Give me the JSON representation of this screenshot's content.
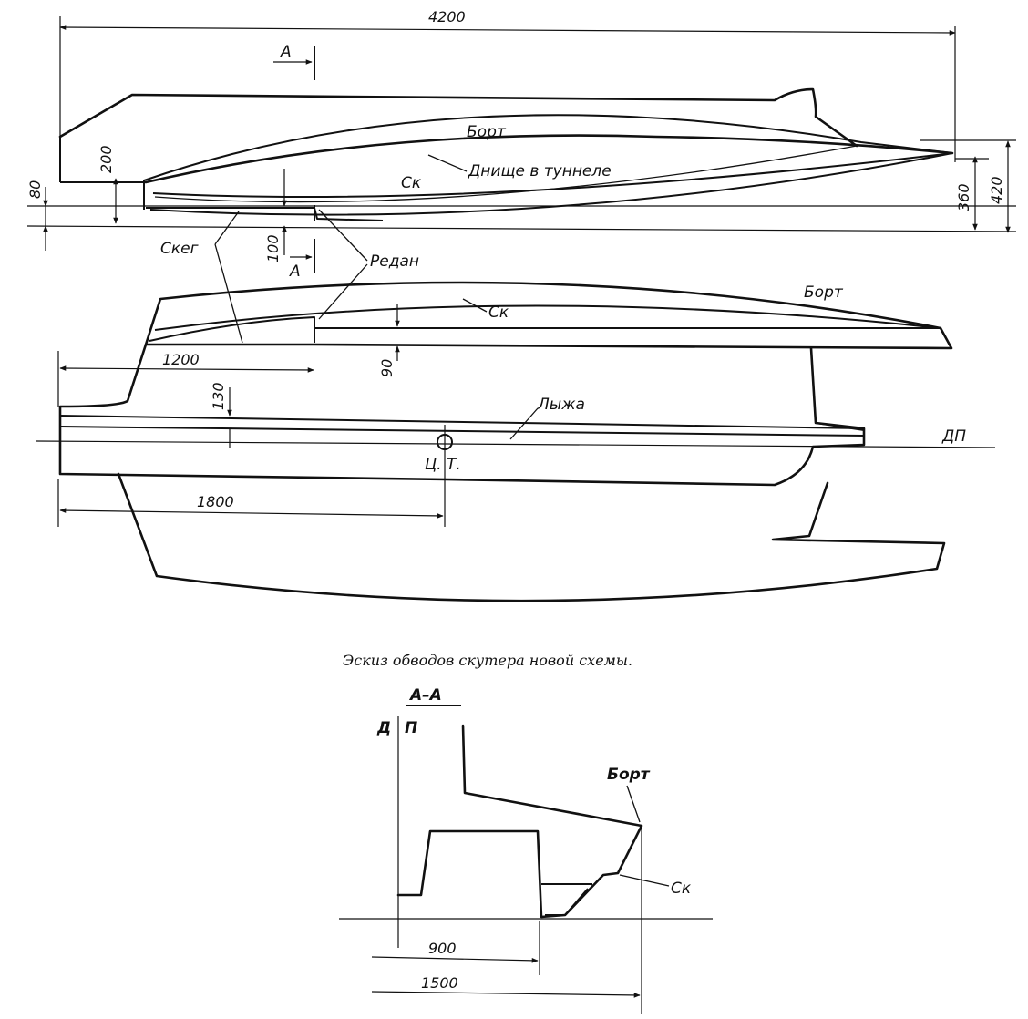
{
  "caption": "Эскиз обводов скутера новой схемы.",
  "section_label": "А–А",
  "center_plane": "ДП",
  "section_center_d": "Д",
  "section_center_p": "П",
  "section_mark": "А",
  "labels": {
    "bort": "Борт",
    "sk": "Ск",
    "tunnel_bottom": "Днище в туннеле",
    "skeg": "Скег",
    "redan": "Редан",
    "ski": "Лыжа",
    "cg": "Ц. Т."
  },
  "dimensions": {
    "length": "4200",
    "d200": "200",
    "d80": "80",
    "d100": "100",
    "d360": "360",
    "d420": "420",
    "d1200": "1200",
    "d90": "90",
    "d130": "130",
    "d1800": "1800",
    "d900": "900",
    "d1500": "1500"
  }
}
